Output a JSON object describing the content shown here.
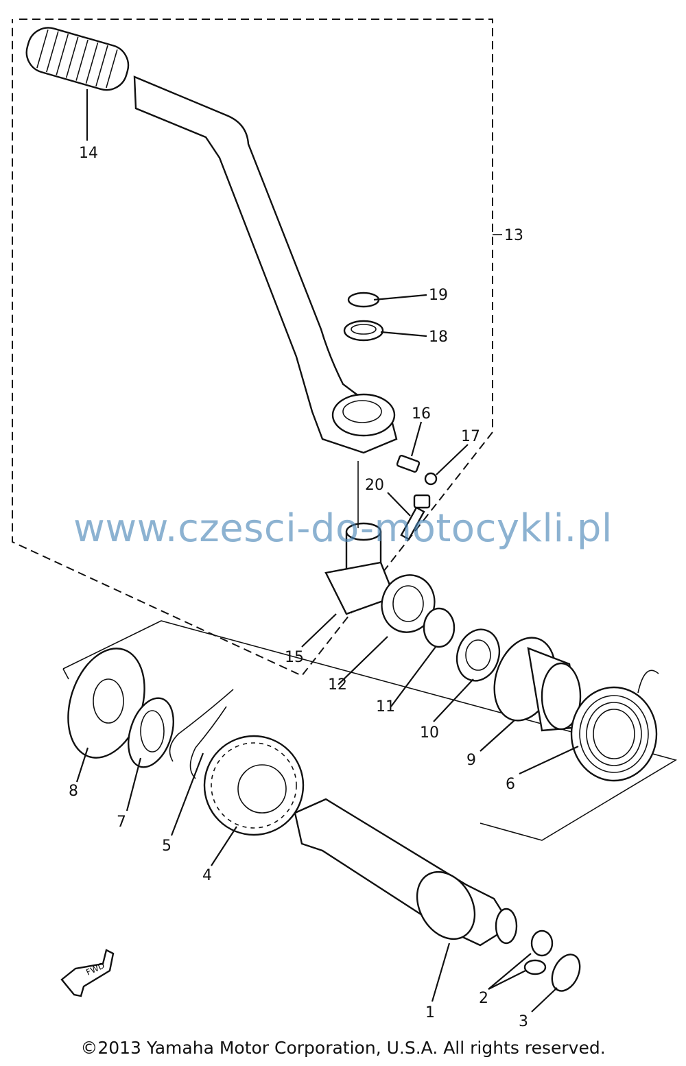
{
  "diagram": {
    "part_labels": {
      "p1": "1",
      "p2": "2",
      "p3": "3",
      "p4": "4",
      "p5": "5",
      "p6": "6",
      "p7": "7",
      "p8": "8",
      "p9": "9",
      "p10": "10",
      "p11": "11",
      "p12": "12",
      "p13": "13",
      "p14": "14",
      "p15": "15",
      "p16": "16",
      "p17": "17",
      "p18": "18",
      "p19": "19",
      "p20": "20"
    },
    "fwd_label": "FWD"
  },
  "watermark": "www.czesci-do-motocykli.pl",
  "copyright": "©2013 Yamaha Motor Corporation, U.S.A. All rights reserved."
}
